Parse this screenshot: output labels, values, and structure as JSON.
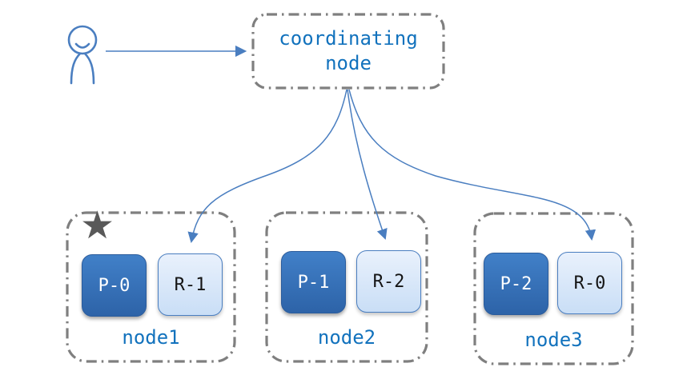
{
  "diagram": {
    "coordinator": {
      "label": "coordinating node"
    },
    "client": {
      "icon": "person"
    },
    "nodes": [
      {
        "label": "node1",
        "starred": true,
        "shards": [
          {
            "id": "P-0",
            "role": "primary"
          },
          {
            "id": "R-1",
            "role": "replica"
          }
        ]
      },
      {
        "label": "node2",
        "starred": false,
        "shards": [
          {
            "id": "P-1",
            "role": "primary"
          },
          {
            "id": "R-2",
            "role": "replica"
          }
        ]
      },
      {
        "label": "node3",
        "starred": false,
        "shards": [
          {
            "id": "P-2",
            "role": "primary"
          },
          {
            "id": "R-0",
            "role": "replica"
          }
        ]
      }
    ],
    "edges": [
      {
        "from": "client",
        "to": "coordinating-node"
      },
      {
        "from": "coordinating-node",
        "to": "R-1"
      },
      {
        "from": "coordinating-node",
        "to": "R-2"
      },
      {
        "from": "coordinating-node",
        "to": "R-0"
      }
    ]
  },
  "icons": {
    "star": "★"
  },
  "colors": {
    "accent_blue": "#4a7ec0",
    "label_blue": "#1272bd",
    "primary_shard_top": "#4180c8",
    "primary_shard_bottom": "#2d63a8",
    "replica_shard_top": "#e9f1fc",
    "replica_shard_bottom": "#c9def6",
    "node_border_gray": "#7f7f7f",
    "star_gray": "#595959"
  }
}
